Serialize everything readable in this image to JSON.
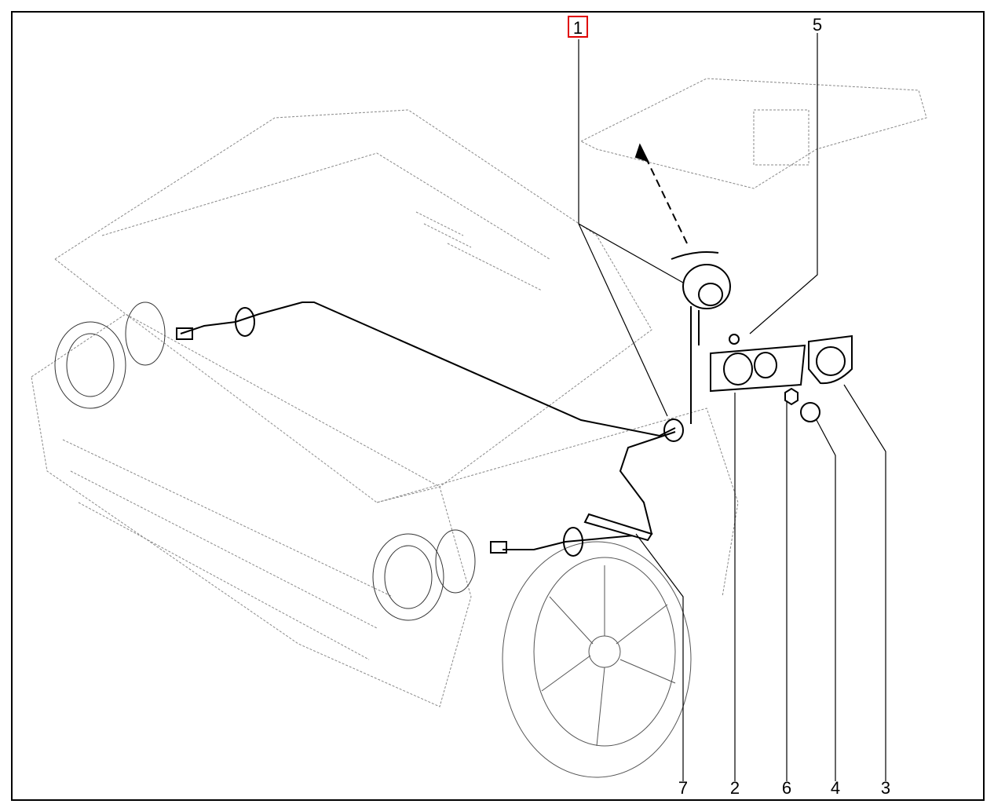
{
  "diagram": {
    "highlight_color": "#e00000",
    "callouts": [
      {
        "id": "1",
        "highlighted": true
      },
      {
        "id": "5",
        "highlighted": false
      },
      {
        "id": "7",
        "highlighted": false
      },
      {
        "id": "2",
        "highlighted": false
      },
      {
        "id": "6",
        "highlighted": false
      },
      {
        "id": "4",
        "highlighted": false
      },
      {
        "id": "3",
        "highlighted": false
      }
    ]
  }
}
